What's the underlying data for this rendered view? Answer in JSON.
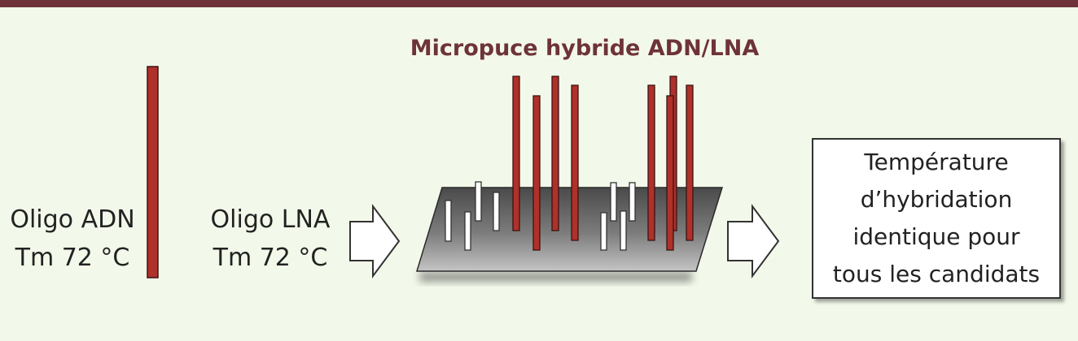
{
  "title": "Micropuce hybride ADN/LNA",
  "dna": {
    "line1": "Oligo ADN",
    "line2": "Tm 72 °C"
  },
  "lna": {
    "line1": "Oligo LNA",
    "line2": "Tm 72 °C"
  },
  "result": {
    "line1": "Température",
    "line2": "d’hybridation",
    "line3": "identique pour",
    "line4": "tous les candidats"
  },
  "colors": {
    "dna_oligo": "#b0302a",
    "lna_oligo": "#ffffff",
    "chip": "#6f6f6f",
    "frame": "#6e3338",
    "background": "#f3f9ea"
  }
}
